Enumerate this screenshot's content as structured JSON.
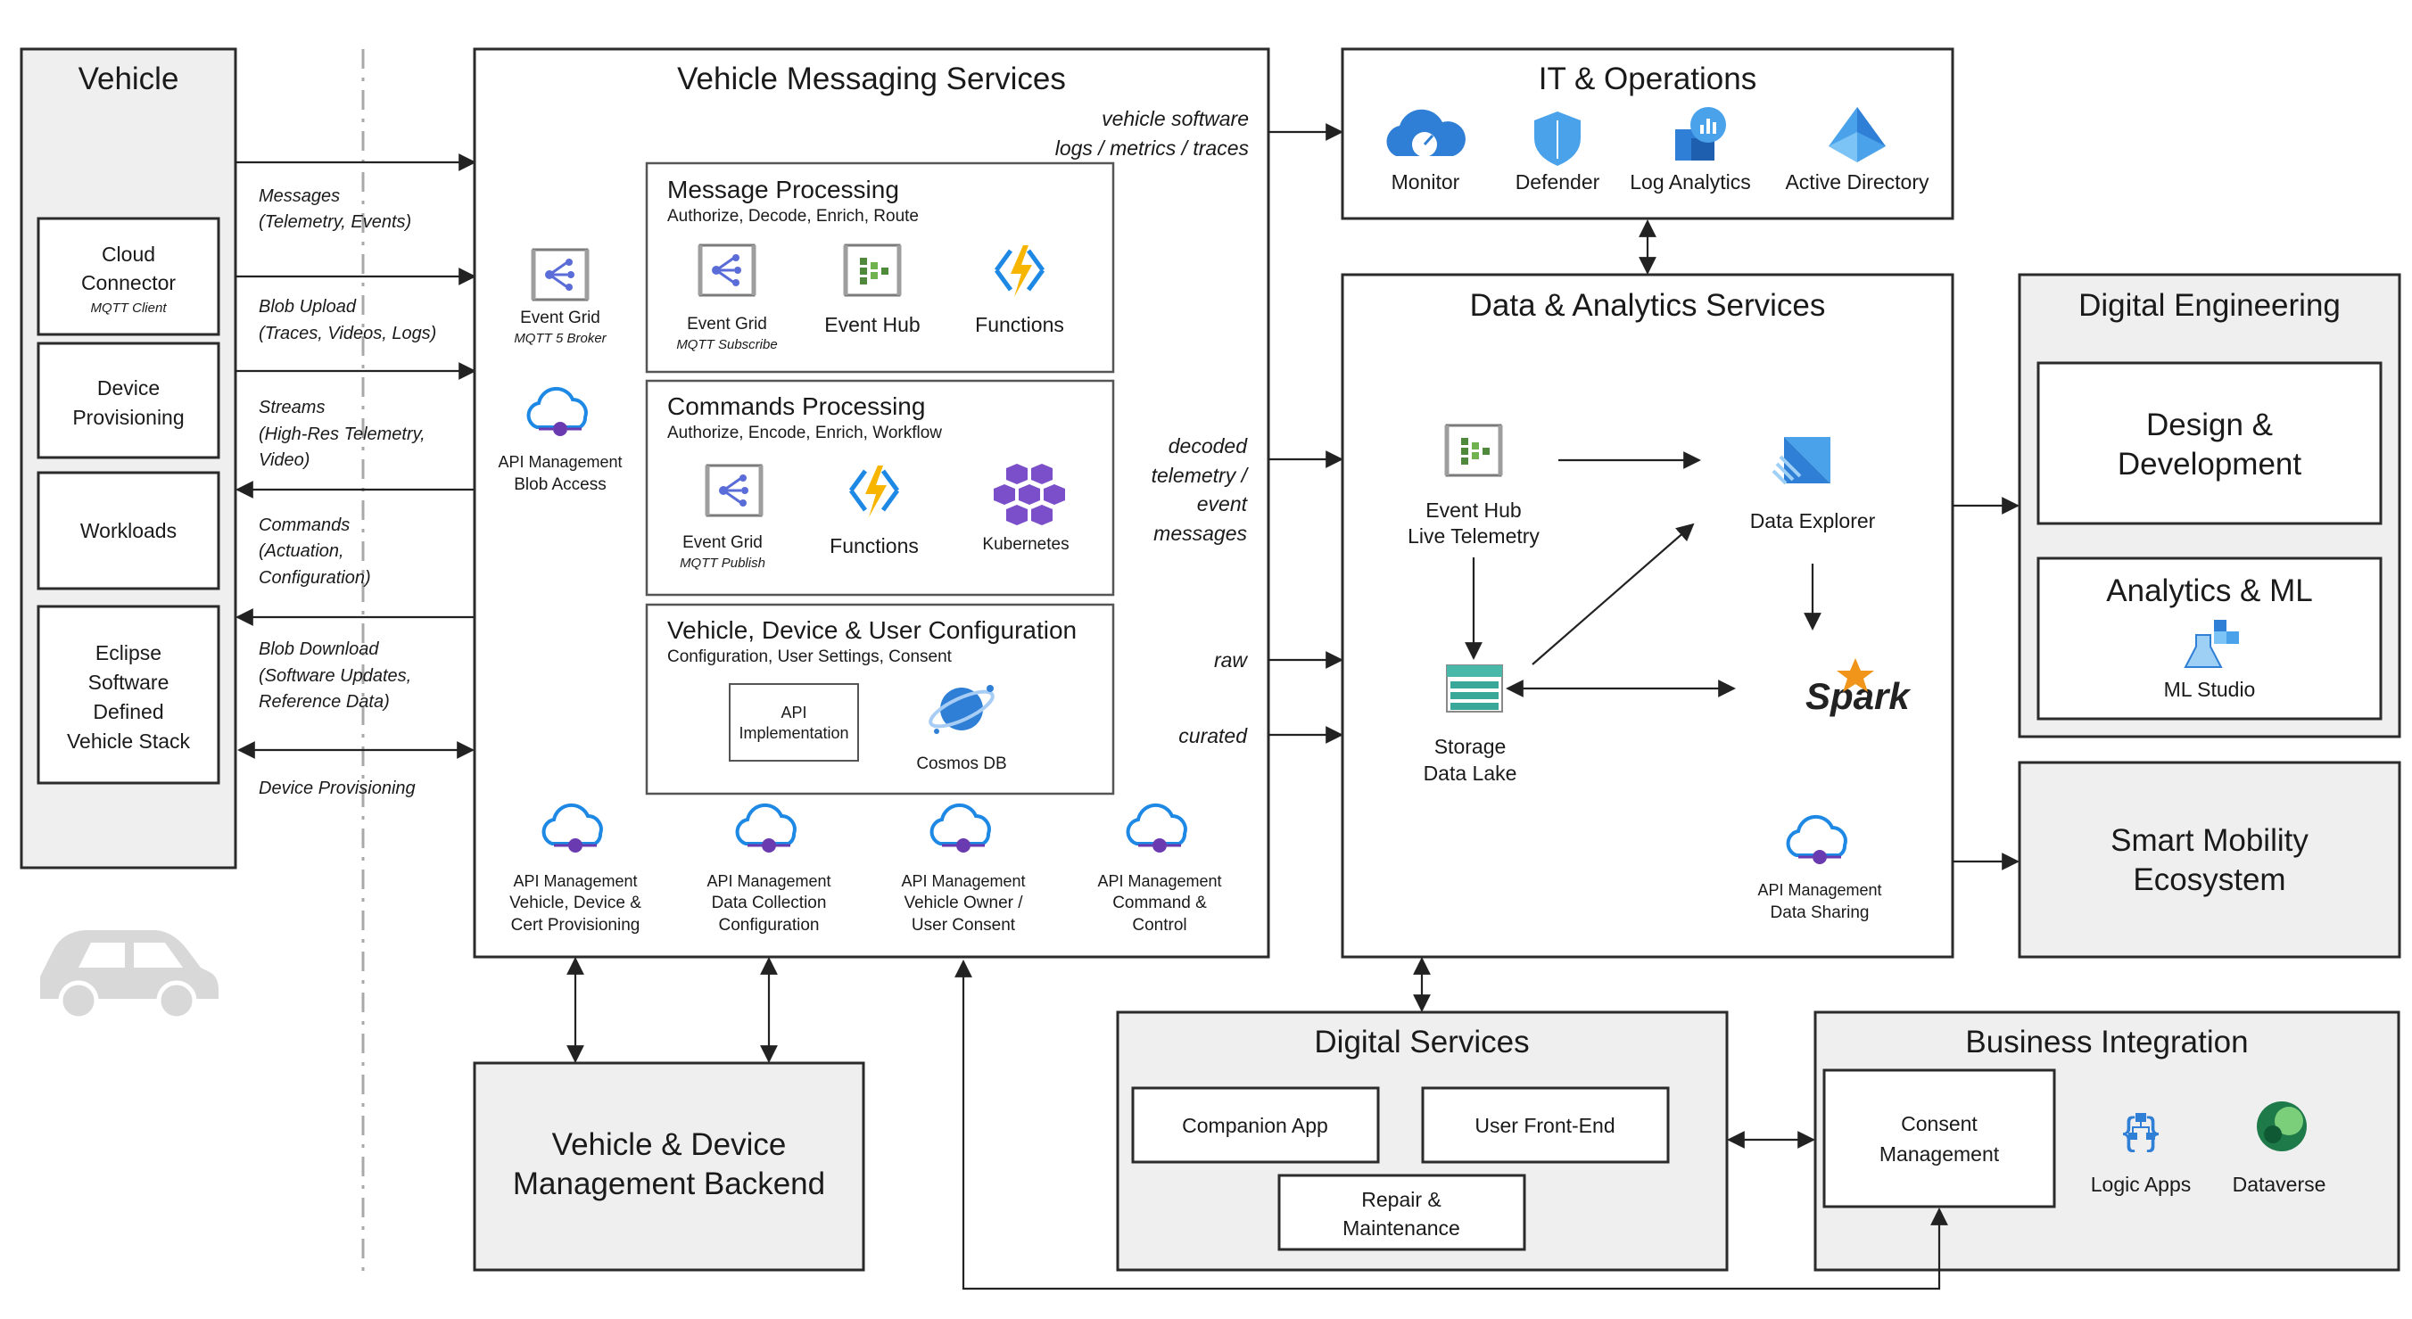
{
  "colors": {
    "box_gray": "#efefef",
    "stroke": "#2b2b2b",
    "azure_blue": "#1e88e5",
    "event_purple": "#6a5acd",
    "function_yellow": "#f7b500",
    "hub_green": "#4f8a3c",
    "k8s_purple": "#7b4fc9",
    "car_gray": "#d8d8d8"
  },
  "vehicle": {
    "title": "Vehicle",
    "items": [
      {
        "line1": "Cloud",
        "line2": "Connector",
        "sub": "MQTT Client"
      },
      {
        "line1": "Device",
        "line2": "Provisioning"
      },
      {
        "line1": "Workloads"
      },
      {
        "line1": "Eclipse",
        "line2": "Software",
        "line3": "Defined",
        "line4": "Vehicle Stack"
      }
    ],
    "car_icon": "car-icon"
  },
  "links": {
    "messages": [
      "Messages",
      "(Telemetry, Events)"
    ],
    "blob_upload": [
      "Blob Upload",
      "(Traces, Videos, Logs)"
    ],
    "streams": [
      "Streams",
      "(High-Res Telemetry,",
      "Video)"
    ],
    "commands": [
      "Commands",
      "(Actuation,",
      "Configuration)"
    ],
    "blob_download": [
      "Blob Download",
      "(Software Updates,",
      "Reference Data)"
    ],
    "device_provisioning": "Device Provisioning",
    "vehicle_software": [
      "vehicle software",
      "logs / metrics / traces"
    ],
    "decoded": [
      "decoded",
      "telemetry  /",
      "event",
      "messages"
    ],
    "raw": "raw",
    "curated": "curated"
  },
  "vms": {
    "title": "Vehicle Messaging Services",
    "event_grid": {
      "name": "Event Grid",
      "sub": "MQTT 5 Broker"
    },
    "api_blob": [
      "API Management",
      "Blob Access"
    ],
    "message_processing": {
      "title": "Message Processing",
      "subtitle": "Authorize, Decode, Enrich, Route",
      "event_grid": {
        "name": "Event Grid",
        "sub": "MQTT Subscribe"
      },
      "event_hub": "Event Hub",
      "functions": "Functions"
    },
    "commands_processing": {
      "title": "Commands Processing",
      "subtitle": "Authorize, Encode, Enrich, Workflow",
      "event_grid": {
        "name": "Event Grid",
        "sub": "MQTT Publish"
      },
      "functions": "Functions",
      "kubernetes": "Kubernetes"
    },
    "config": {
      "title": "Vehicle, Device & User Configuration",
      "subtitle": "Configuration, User Settings, Consent",
      "api_impl": [
        "API",
        "Implementation"
      ],
      "cosmos": "Cosmos DB"
    },
    "apis": [
      [
        "API Management",
        "Vehicle, Device &",
        "Cert Provisioning"
      ],
      [
        "API Management",
        "Data Collection",
        "Configuration"
      ],
      [
        "API Management",
        "Vehicle Owner /",
        "User Consent"
      ],
      [
        "API Management",
        "Command &",
        "Control"
      ]
    ]
  },
  "it_ops": {
    "title": "IT & Operations",
    "items": [
      "Monitor",
      "Defender",
      "Log Analytics",
      "Active Directory"
    ]
  },
  "data_analytics": {
    "title": "Data & Analytics Services",
    "event_hub": [
      "Event Hub",
      "Live Telemetry"
    ],
    "data_explorer": "Data Explorer",
    "storage": [
      "Storage",
      "Data Lake"
    ],
    "spark": "Spark",
    "api": [
      "API Management",
      "Data Sharing"
    ]
  },
  "digital_engineering": {
    "title": "Digital Engineering",
    "design": [
      "Design &",
      "Development"
    ],
    "analytics": "Analytics & ML",
    "ml_studio": "ML Studio"
  },
  "smart_mobility": [
    "Smart Mobility",
    "Ecosystem"
  ],
  "backend": [
    "Vehicle & Device",
    "Management Backend"
  ],
  "digital_services": {
    "title": "Digital Services",
    "companion": "Companion App",
    "frontend": "User Front-End",
    "repair": [
      "Repair &",
      "Maintenance"
    ]
  },
  "business": {
    "title": "Business Integration",
    "consent": [
      "Consent",
      "Management"
    ],
    "logic_apps": "Logic Apps",
    "dataverse": "Dataverse"
  }
}
